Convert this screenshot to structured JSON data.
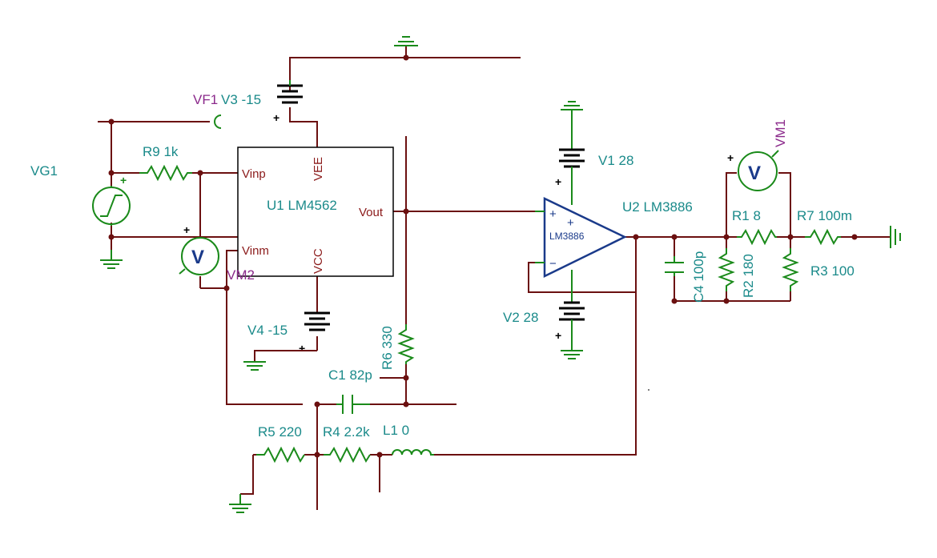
{
  "schematic": {
    "u1": {
      "ref": "U1 LM4562",
      "pins": {
        "vinp": "Vinp",
        "vinm": "Vinm",
        "vee": "VEE",
        "vcc": "VCC",
        "vout": "Vout"
      }
    },
    "u2": {
      "ref": "U2 LM3886",
      "body": "LM3886",
      "plus": "+",
      "minus": "−"
    },
    "sources": {
      "vg1": "VG1",
      "v1": "V1 28",
      "v2": "V2 28",
      "v3": "V3 -15",
      "v4": "V4 -15"
    },
    "meters": {
      "vf1": "VF1",
      "vm1": "VM1",
      "vm2": "VM2",
      "v_symbol": "V"
    },
    "resistors": {
      "r1": "R1 8",
      "r2": "R2 180",
      "r3": "R3 100",
      "r4": "R4 2.2k",
      "r5": "R5 220",
      "r6": "R6 330",
      "r7": "R7 100m",
      "r9": "R9 1k"
    },
    "capacitors": {
      "c1": "C1 82p",
      "c4": "C4 100p"
    },
    "inductors": {
      "l1": "L1 0"
    },
    "polarity": "+"
  },
  "colors": {
    "wire": "#6b1010",
    "component": "#1a8a1a",
    "label": "#1a8a8a",
    "pin_label": "#8b1a1a",
    "meter_label": "#8b2a8b",
    "opamp": "#1a3a8a"
  }
}
